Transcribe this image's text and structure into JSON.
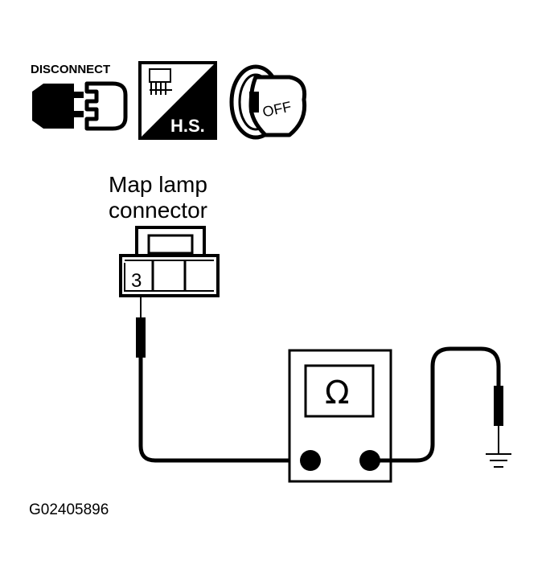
{
  "icons": {
    "disconnect_label": "DISCONNECT",
    "hs_label": "H.S.",
    "ignition_label": "OFF"
  },
  "connector": {
    "label_line1": "Map lamp",
    "label_line2": "connector",
    "pin_number": "3"
  },
  "meter": {
    "symbol": "Ω"
  },
  "figure_code": "G02405896",
  "colors": {
    "ink": "#000000",
    "background": "#ffffff"
  }
}
